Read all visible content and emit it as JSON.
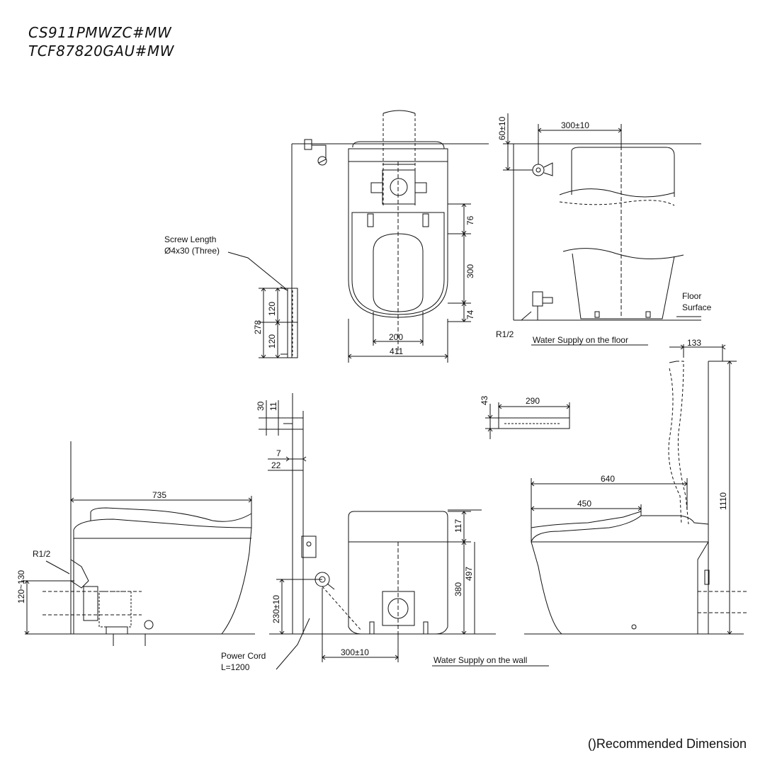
{
  "models": [
    "CS911PMWZC#MW",
    "TCF87820GAU#MW"
  ],
  "notes": {
    "screw_length_line1": "Screw Length",
    "screw_length_line2": "Ø4x30 (Three)",
    "floor_line1": "Floor",
    "floor_line2": "Surface",
    "r12_top": "R1/2",
    "r12_left": "R1/2",
    "water_floor": "Water Supply on the floor",
    "water_wall": "Water Supply on the wall",
    "power_cord_line1": "Power Cord",
    "power_cord_line2": "L=1200"
  },
  "dimensions": {
    "top_76": "76",
    "top_300": "300",
    "top_74": "74",
    "top_200": "200",
    "top_411": "411",
    "bracket_120a": "120",
    "bracket_120b": "120",
    "bracket_278": "278",
    "right_60": "60±10",
    "right_300": "300±10",
    "right_133": "133",
    "right_1110": "1110",
    "right_640": "640",
    "right_450": "450",
    "remote_43": "43",
    "remote_290": "290",
    "wall_30": "30",
    "wall_11": "11",
    "wall_7": "7",
    "wall_22": "22",
    "left_735": "735",
    "left_120_130": "120~130",
    "front_117": "117",
    "front_497": "497",
    "front_380": "380",
    "front_230": "230±10",
    "front_300": "300±10"
  },
  "footer": "()Recommended Dimension"
}
